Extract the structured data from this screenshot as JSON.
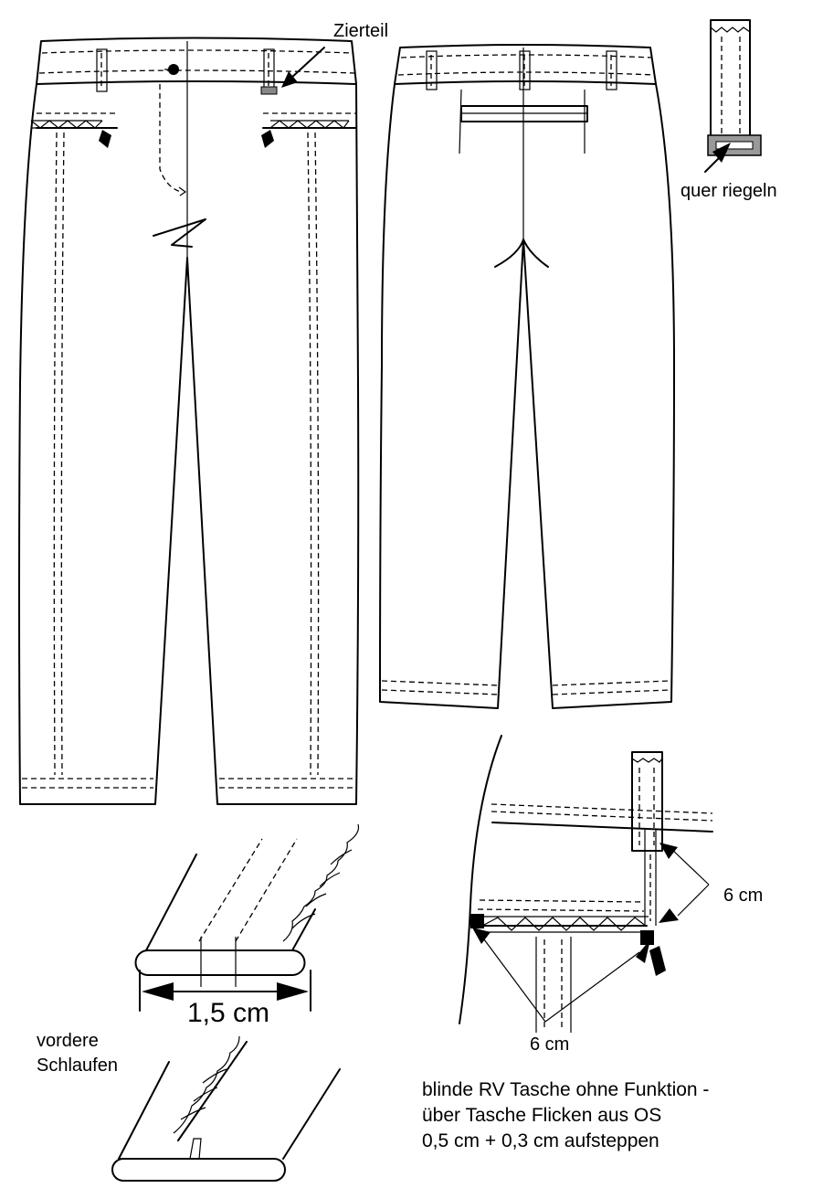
{
  "labels": {
    "zierteil": "Zierteil",
    "quer_riegeln": "quer riegeln",
    "loop_distance_right": "6 cm",
    "loop_distance_bottom": "6 cm",
    "fold_width": "1,5 cm",
    "front_loops_line1": "vordere",
    "front_loops_line2": "Schlaufen",
    "note_line1": "blinde RV Tasche ohne Funktion -",
    "note_line2": "über Tasche Flicken aus OS",
    "note_line3": "0,5 cm + 0,3 cm aufsteppen"
  },
  "icons": [
    "button-icon",
    "arrow-icon",
    "bartack-icon"
  ]
}
